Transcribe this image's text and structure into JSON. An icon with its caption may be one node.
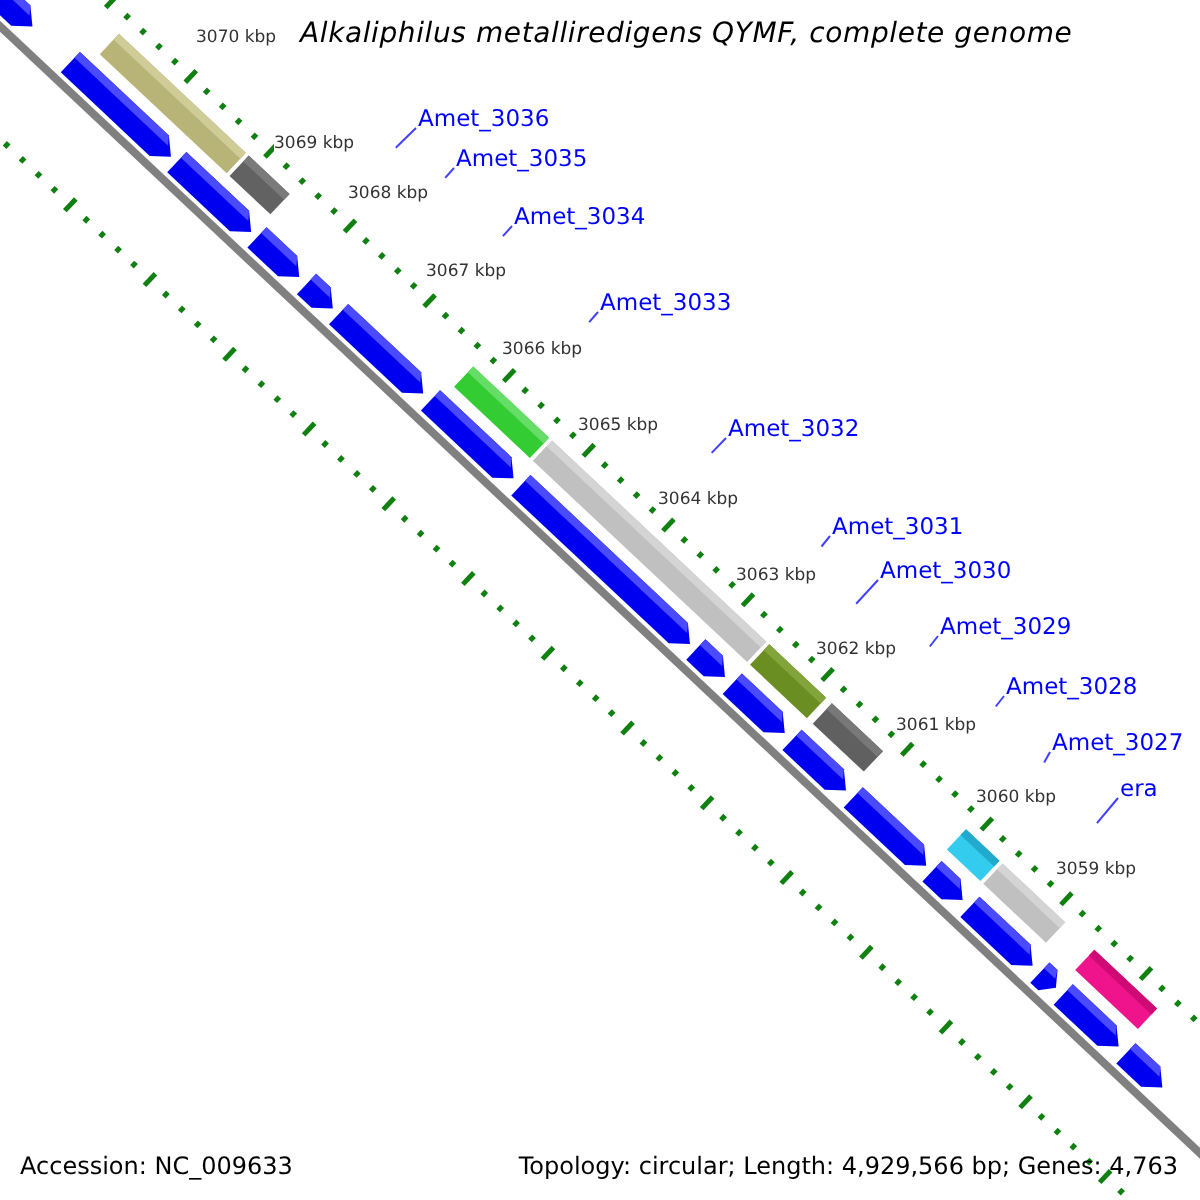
{
  "diagram": {
    "title": "Alkaliphilus metalliredigens QYMF, complete genome",
    "nodes": [
      {
        "text": [
          "Amet_3036"
        ]
      },
      {
        "text": [
          "Amet_3035"
        ]
      },
      {
        "text": [
          "Amet_3034"
        ]
      },
      {
        "text": [
          "Amet_3033"
        ]
      },
      {
        "text": [
          "Amet_3032"
        ]
      },
      {
        "text": [
          "Amet_3031"
        ]
      },
      {
        "text": [
          "Amet_3030"
        ]
      },
      {
        "text": [
          "Amet_3029"
        ]
      },
      {
        "text": [
          "Amet_3028"
        ]
      },
      {
        "text": [
          "Amet_3027"
        ]
      },
      {
        "text": [
          "era"
        ]
      }
    ],
    "edges": [
      {
        "from": 0,
        "to": null,
        "arrow": "none"
      },
      {
        "from": 1,
        "to": null,
        "arrow": "none"
      },
      {
        "from": 2,
        "to": null,
        "arrow": "none"
      },
      {
        "from": 3,
        "to": null,
        "arrow": "none"
      },
      {
        "from": 4,
        "to": null,
        "arrow": "none"
      },
      {
        "from": 5,
        "to": null,
        "arrow": "none"
      },
      {
        "from": 6,
        "to": null,
        "arrow": "none"
      },
      {
        "from": 7,
        "to": null,
        "arrow": "none"
      },
      {
        "from": 8,
        "to": null,
        "arrow": "none"
      },
      {
        "from": 9,
        "to": null,
        "arrow": "none"
      },
      {
        "from": 10,
        "to": null,
        "arrow": "none"
      }
    ],
    "labels": [
      "3070 kbp",
      "3069 kbp",
      "3068 kbp",
      "3067 kbp",
      "3066 kbp",
      "3065 kbp",
      "3064 kbp",
      "3063 kbp",
      "3062 kbp",
      "3061 kbp",
      "3060 kbp",
      "3059 kbp",
      "Accession: NC_009633",
      "Topology: circular; Length: 4,929,566 bp; Genes: 4,763"
    ]
  }
}
